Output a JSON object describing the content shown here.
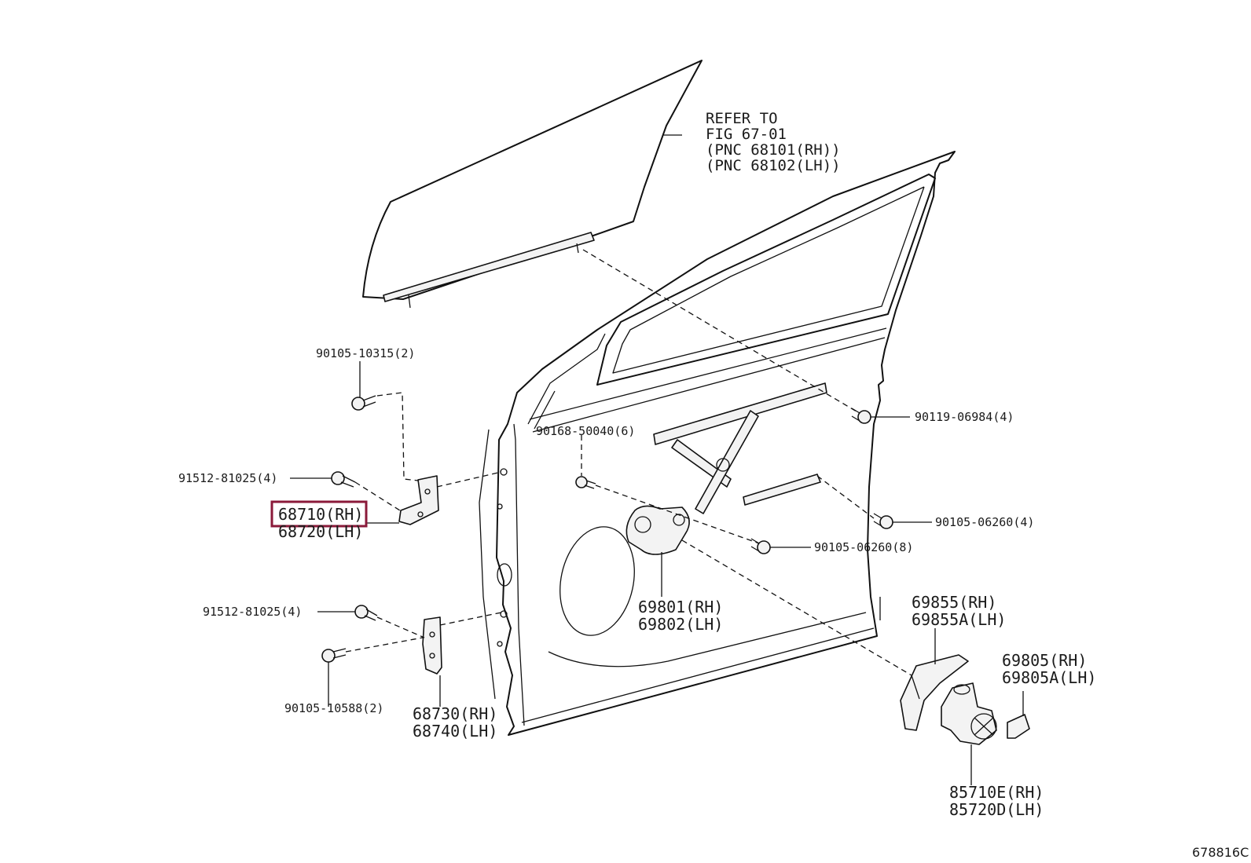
{
  "diagram": {
    "figure_id": "678816C",
    "reference": {
      "lines": [
        "REFER TO",
        "FIG 67-01",
        "(PNC 68101(RH))",
        "(PNC 68102(LH))"
      ]
    },
    "labels": {
      "bolt_90105_10315": "90105-10315(2)",
      "bolt_91512_81025_upper": "91512-81025(4)",
      "hinge_upper_rh": "68710(RH)",
      "hinge_upper_lh": "68720(LH)",
      "bolt_91512_81025_lower": "91512-81025(4)",
      "bolt_90105_10588": "90105-10588(2)",
      "hinge_lower_rh": "68730(RH)",
      "hinge_lower_lh": "68740(LH)",
      "bolt_90168_50040": "90168-50040(6)",
      "bolt_90119_06984": "90119-06984(4)",
      "bolt_90105_06260_right": "90105-06260(4)",
      "bolt_90105_06260_center": "90105-06260(8)",
      "regulator_rh": "69801(RH)",
      "regulator_lh": "69802(LH)",
      "bracket_rh": "69855(RH)",
      "bracket_lh": "69855A(LH)",
      "clip_rh": "69805(RH)",
      "clip_lh": "69805A(LH)",
      "motor_rh": "85710E(RH)",
      "motor_lh": "85720D(LH)"
    },
    "highlight": "68710(RH)",
    "highlight_color": "#8b1a3a"
  }
}
